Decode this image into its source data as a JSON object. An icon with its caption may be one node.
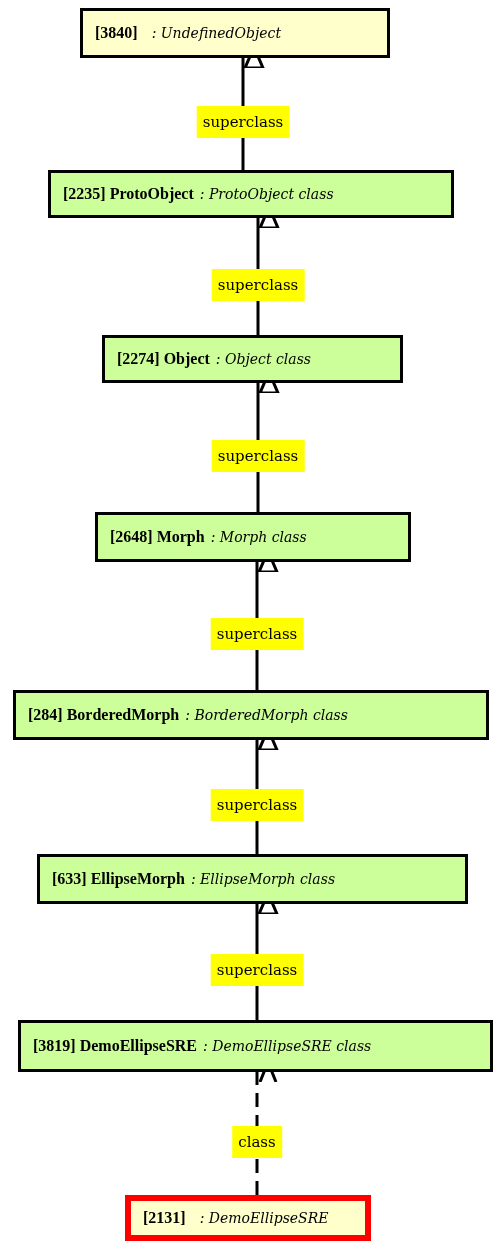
{
  "diagram": {
    "nodes": [
      {
        "text": [
          "[3840]",
          ": UndefinedObject"
        ]
      },
      {
        "text": [
          "[2235] ProtoObject",
          ": ProtoObject class"
        ]
      },
      {
        "text": [
          "[2274] Object",
          ": Object class"
        ]
      },
      {
        "text": [
          "[2648] Morph",
          ": Morph class"
        ]
      },
      {
        "text": [
          "[284] BorderedMorph",
          ": BorderedMorph class"
        ]
      },
      {
        "text": [
          "[633] EllipseMorph",
          ": EllipseMorph class"
        ]
      },
      {
        "text": [
          "[3819] DemoEllipseSRE",
          ": DemoEllipseSRE class"
        ]
      },
      {
        "text": [
          "[2131]",
          ": DemoEllipseSRE"
        ]
      }
    ],
    "edges": [
      {
        "from": 1,
        "to": 0,
        "arrow": "to",
        "label": "superclass"
      },
      {
        "from": 2,
        "to": 1,
        "arrow": "to",
        "label": "superclass"
      },
      {
        "from": 3,
        "to": 2,
        "arrow": "to",
        "label": "superclass"
      },
      {
        "from": 4,
        "to": 3,
        "arrow": "to",
        "label": "superclass"
      },
      {
        "from": 5,
        "to": 4,
        "arrow": "to",
        "label": "superclass"
      },
      {
        "from": 6,
        "to": 5,
        "arrow": "to",
        "label": "superclass"
      },
      {
        "from": 7,
        "to": 6,
        "arrow": "to",
        "label": "class",
        "style": "dashed"
      }
    ]
  }
}
